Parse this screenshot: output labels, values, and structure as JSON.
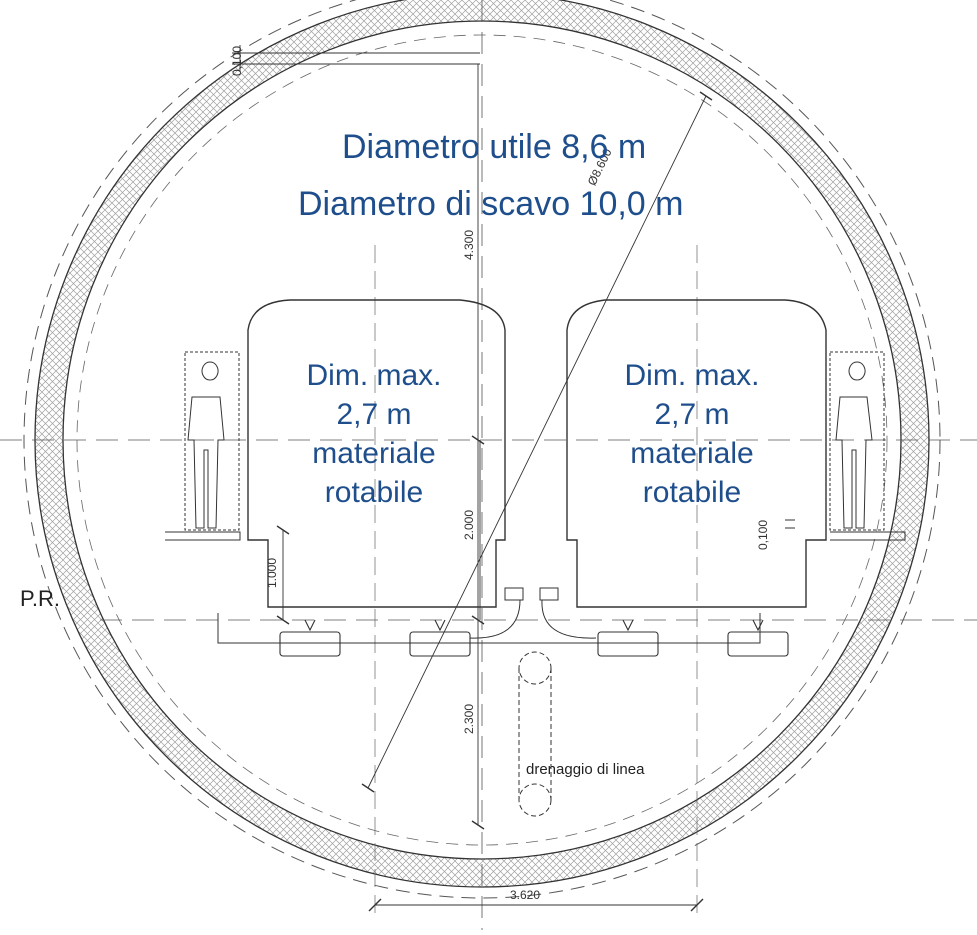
{
  "headline": {
    "line1": "Diametro utile 8,6 m",
    "line2": "Diametro di scavo 10,0 m"
  },
  "vehicle_left": {
    "line1": "Dim. max.",
    "line2": "2,7 m",
    "line3": "materiale",
    "line4": "rotabile"
  },
  "vehicle_right": {
    "line1": "Dim. max.",
    "line2": "2,7 m",
    "line3": "materiale",
    "line4": "rotabile"
  },
  "labels": {
    "pr": "P.R.",
    "drainage": "drenaggio di linea"
  },
  "dimensions": {
    "lining": "0,100",
    "diameter": "Ø8.600",
    "upper_half": "4.300",
    "lower_half": "2.300",
    "vehicle_height": "2.000",
    "platform_height": "1.000",
    "gap": "0,100",
    "track_spacing": "3.620"
  },
  "colors": {
    "text_blue": "#1f4e8c",
    "line": "#333333",
    "hatch": "#9a9a9a"
  }
}
